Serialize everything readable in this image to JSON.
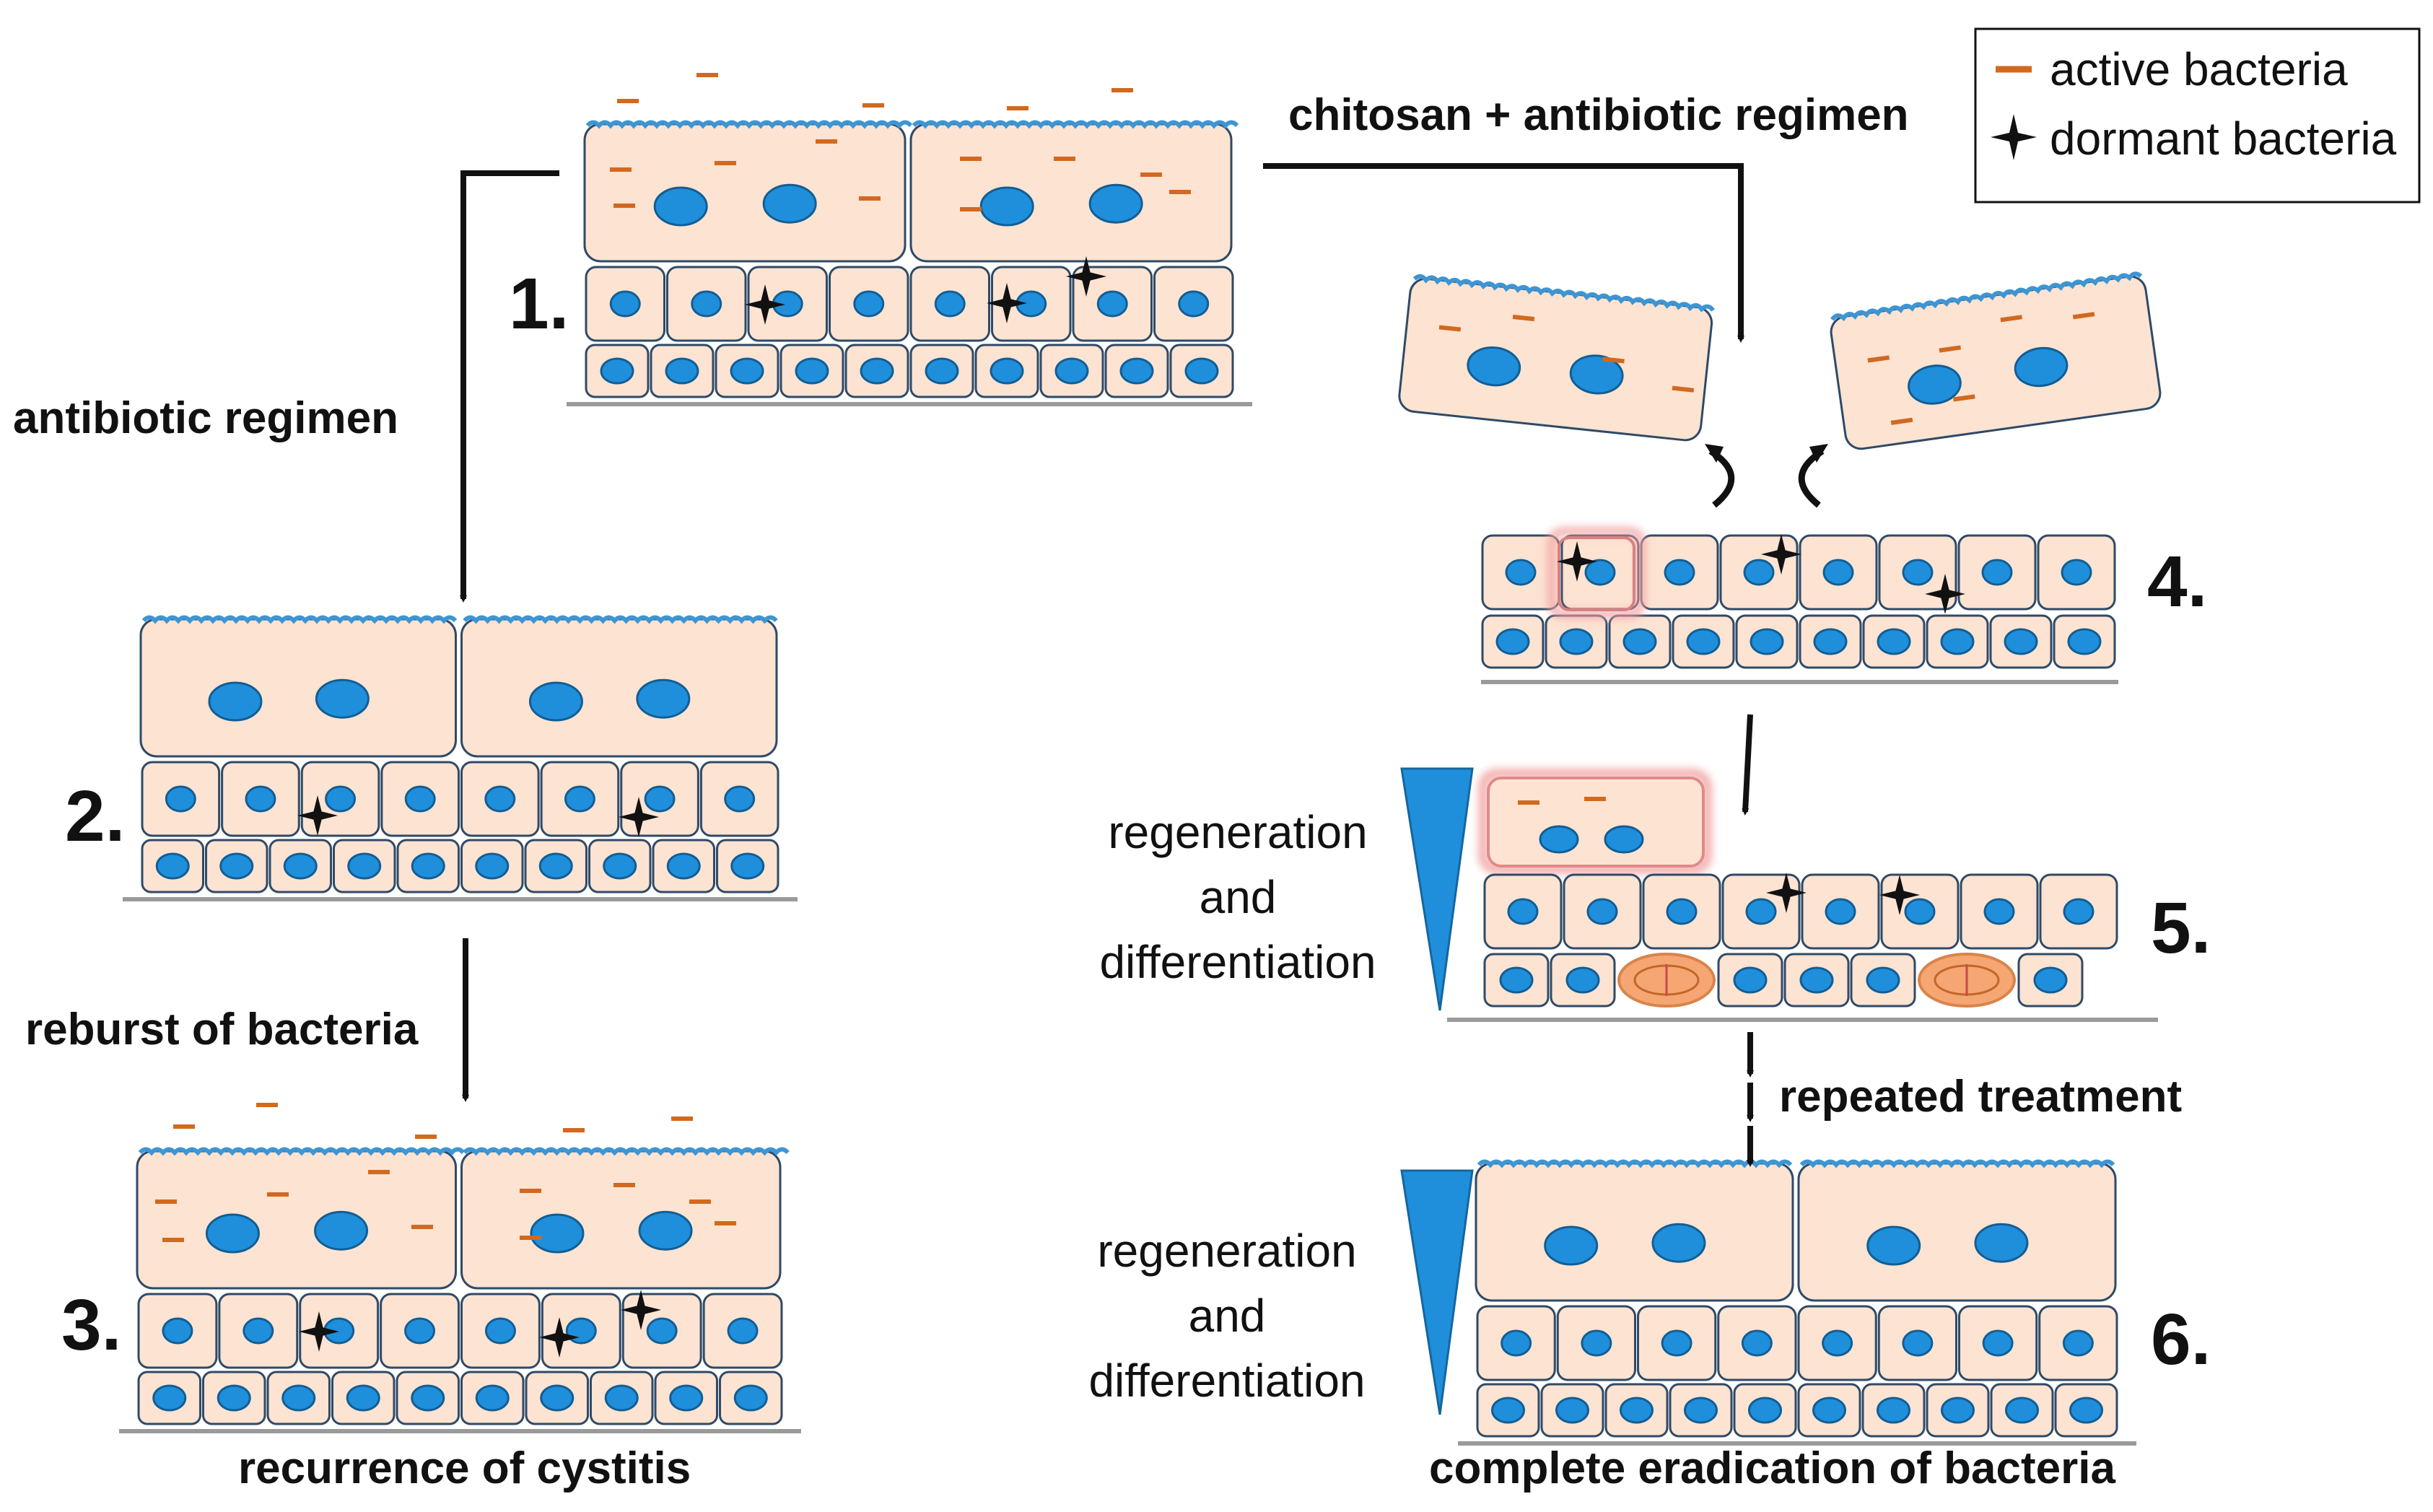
{
  "legend": {
    "active_label": "active bacteria",
    "dormant_label": "dormant bacteria",
    "active_symbol": "active-bacteria-dash",
    "dormant_symbol": "dormant-bacteria-star"
  },
  "labels": {
    "left_treatment": "antibiotic regimen",
    "right_treatment": "chitosan + antibiotic regimen",
    "reburst": "reburst of bacteria",
    "recurrence": "recurrence of cystitis",
    "repeated": "repeated treatment",
    "eradication": "complete eradication of bacteria",
    "regen_a_line1": "regeneration",
    "regen_a_line2": "and",
    "regen_a_line3": "differentiation",
    "regen_b_line1": "regeneration",
    "regen_b_line2": "and",
    "regen_b_line3": "differentiation"
  },
  "steps": {
    "s1": "1.",
    "s2": "2.",
    "s3": "3.",
    "s4": "4.",
    "s5": "5.",
    "s6": "6."
  },
  "colors": {
    "cell_fill": "#fde3d2",
    "cell_stroke": "#2f4a66",
    "nucleus": "#1f8fdc",
    "bacteria": "#d2691e",
    "wave": "#3d95d4",
    "membrane": "#9a9a9a",
    "wedge": "#1f8fdc",
    "shed_glow": "#f2a3a3",
    "divide_cell": "#f5a672"
  }
}
